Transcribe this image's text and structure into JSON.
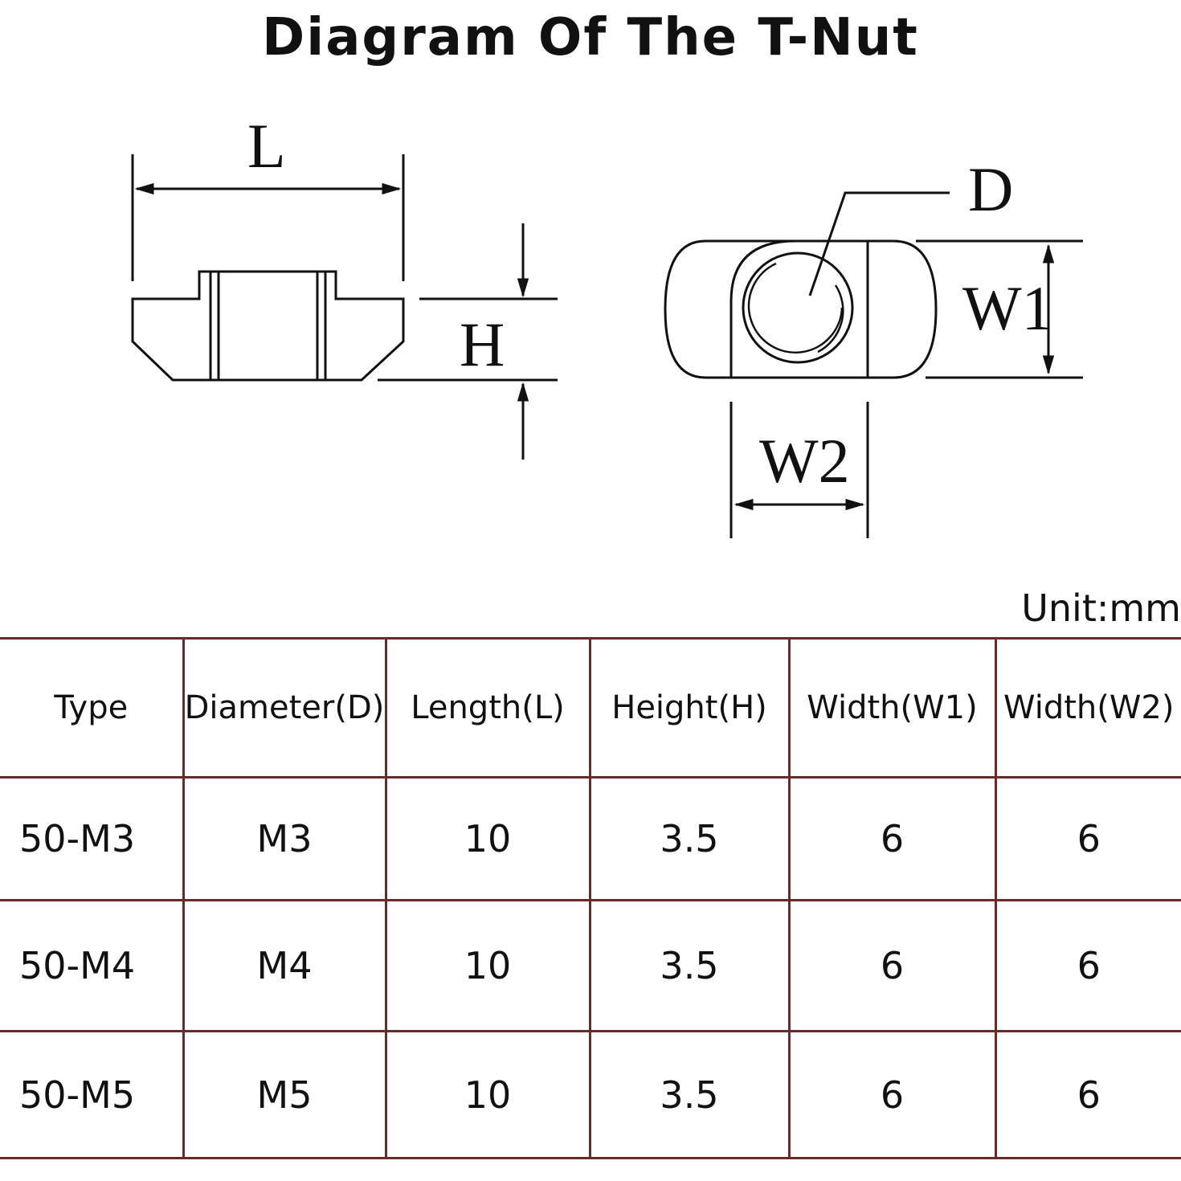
{
  "title": "Diagram Of The T-Nut",
  "labels": {
    "length": "L",
    "height": "H",
    "diameter": "D",
    "width1": "W1",
    "width2": "W2"
  },
  "unit": "Unit:mm",
  "table": {
    "headers": [
      "Type",
      "Diameter(D)",
      "Length(L)",
      "Height(H)",
      "Width(W1)",
      "Width(W2)"
    ],
    "rows": [
      [
        "50-M3",
        "M3",
        "10",
        "3.5",
        "6",
        "6"
      ],
      [
        "50-M4",
        "M4",
        "10",
        "3.5",
        "6",
        "6"
      ],
      [
        "50-M5",
        "M5",
        "10",
        "3.5",
        "6",
        "6"
      ]
    ]
  },
  "colors": {
    "line": "#111111",
    "table_border": "#6b2a2a"
  }
}
